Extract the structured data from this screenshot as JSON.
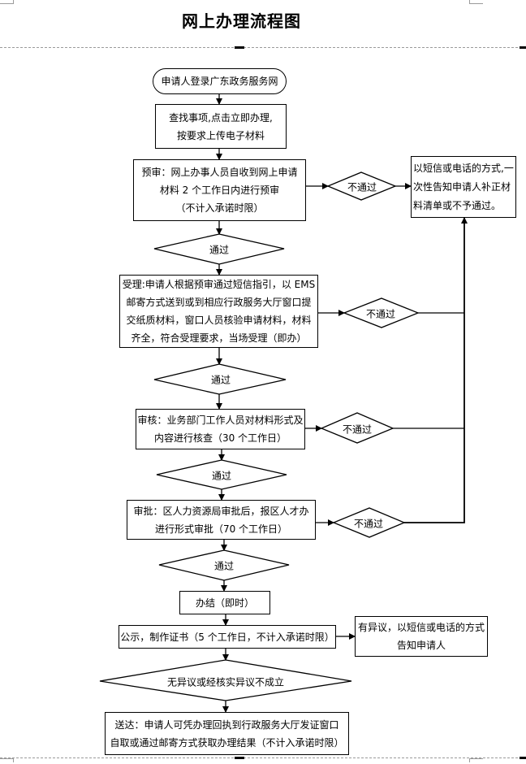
{
  "title": "网上办理流程图",
  "steps": {
    "login": "申请人登录广东政务服务网",
    "find": [
      "查找事项,点击立即办理,",
      "按要求上传电子材料"
    ],
    "pre_review": [
      "预审：网上办事人员自收到网上申请",
      "材料 2 个工作日内进行预审",
      "（不计入承诺时限）"
    ],
    "accept": [
      "受理:申请人根据预审通过短信指引，以 EMS",
      "邮寄方式送到或到相应行政服务大厅窗口提",
      "交纸质材料，窗口人员核验申请材料，材料",
      "齐全，符合受理要求，当场受理（即办）"
    ],
    "audit": [
      "审核：业务部门工作人员对材料形式及",
      "内容进行核查（30 个工作日）"
    ],
    "approve": [
      "审批：区人力资源局审批后，报区人才办",
      "进行形式审批（70 个工作日）"
    ],
    "complete": "办结（即时）",
    "publicize": "公示，制作证书（5 个工作日，不计入承诺时限）",
    "deliver": [
      "送达：申请人可凭办理回执到行政服务大厅发证窗口",
      "自取或通过邮寄方式获取办理结果（不计入承诺时限）"
    ]
  },
  "side": {
    "notify_fail": [
      "以短信或电话的方式,一",
      "次性告知申请人补正材",
      "料清单或不予通过。"
    ],
    "objection": [
      "有异议，以短信或电话的方式",
      "告知申请人"
    ]
  },
  "decisions": {
    "pass": "通过",
    "fail": "不通过",
    "no_objection": "无异议或经核实异议不成立"
  }
}
